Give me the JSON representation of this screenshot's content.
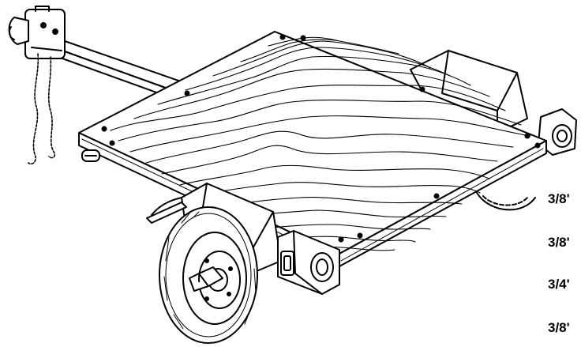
{
  "labels": [
    "3/8'",
    "3/8'",
    "3/4'",
    "3/8'"
  ],
  "colors": {
    "ink": "#000000",
    "paper": "#ffffff"
  },
  "illustration": "utility-trailer-line-drawing"
}
